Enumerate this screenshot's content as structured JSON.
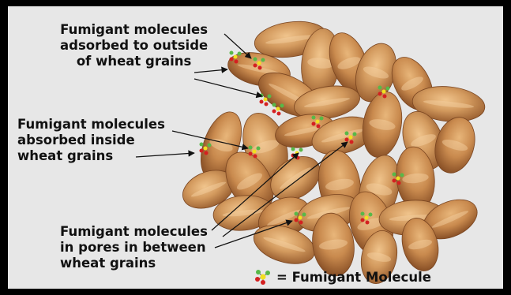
{
  "labels": {
    "outside": [
      "Fumigant molecules",
      "adsorbed to outside",
      "of wheat grains"
    ],
    "inside": [
      "Fumigant molecules",
      "absorbed inside",
      "wheat grains"
    ],
    "pores": [
      "Fumigant molecules",
      "in pores in between",
      "wheat grains"
    ]
  },
  "legend": {
    "text": "= Fumigant Molecule"
  },
  "colors": {
    "background": "#e7e7e7",
    "frame": "#000000",
    "grain_light": "#d7a46c",
    "grain_dark": "#9c5f2e",
    "molecule_red": "#d42020",
    "molecule_yellow": "#f2e020",
    "molecule_green": "#58b848"
  },
  "icons": {
    "molecule": "fumigant-molecule-icon"
  }
}
